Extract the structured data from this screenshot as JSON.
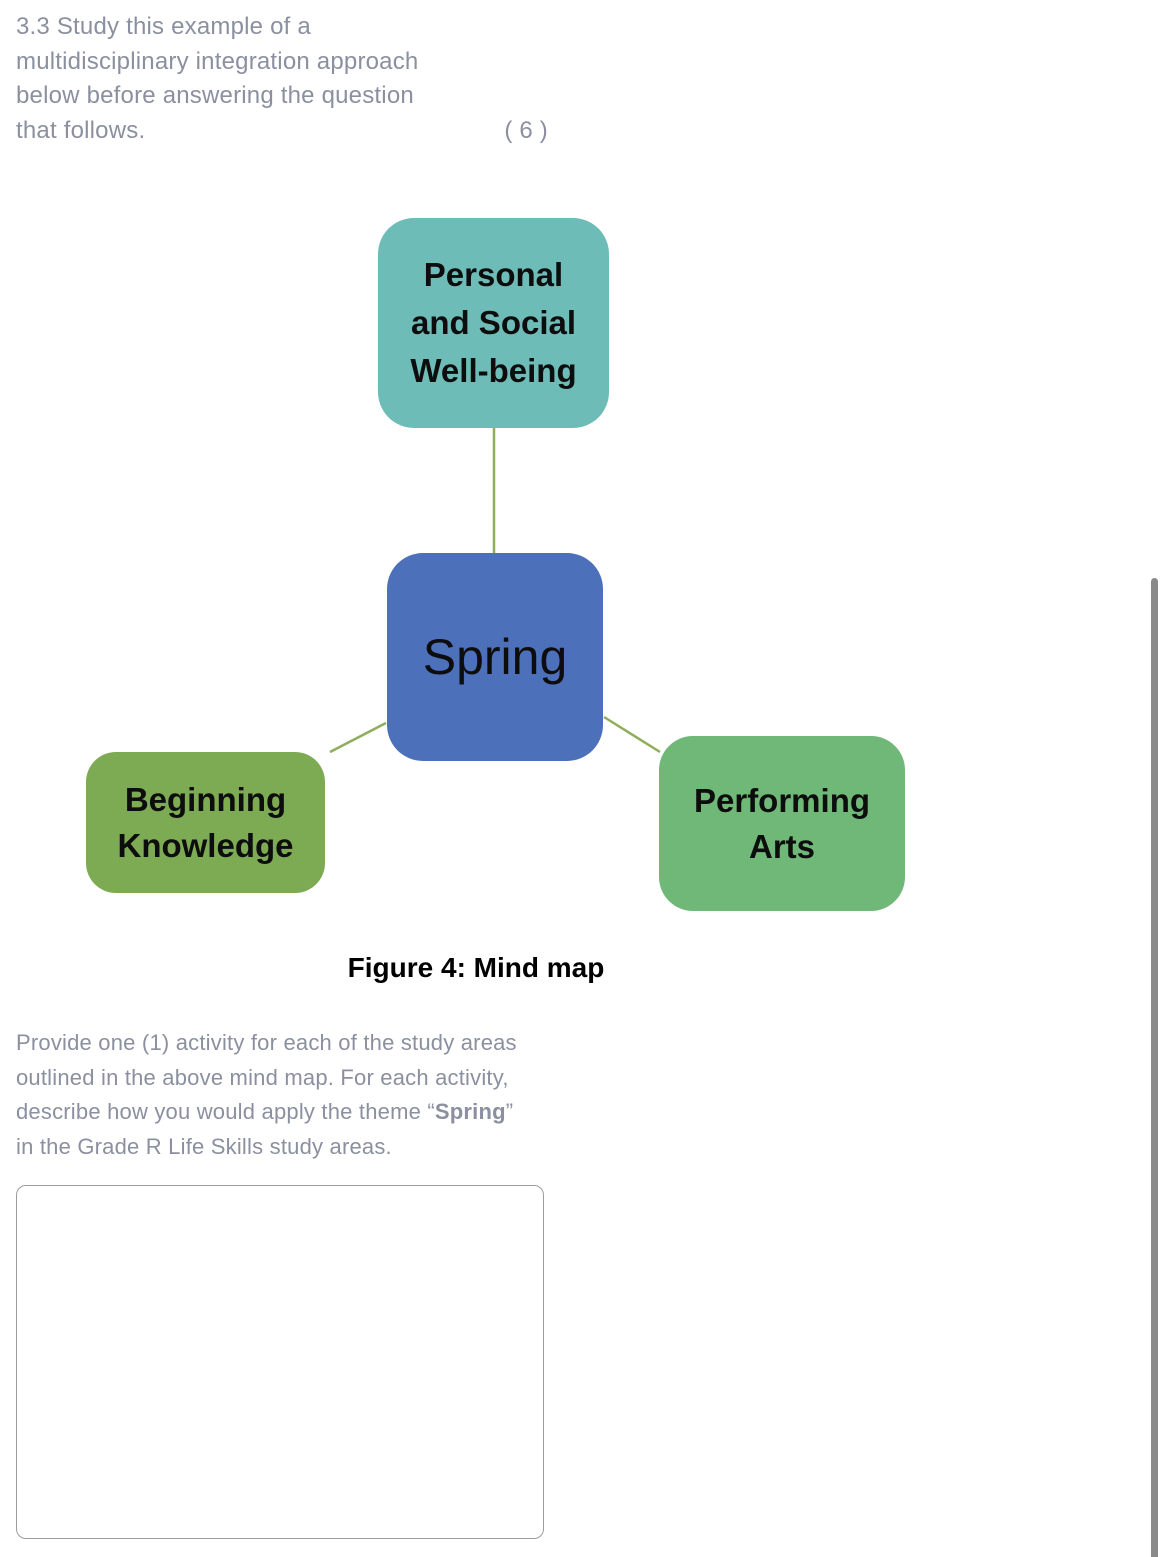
{
  "question": {
    "lines": [
      "3.3 Study this example of a",
      "multidisciplinary integration approach",
      "below before answering the question",
      "that follows."
    ],
    "marks": "( 6 )"
  },
  "mindmap": {
    "top_node": {
      "label": "Personal and Social Well-being",
      "color": "#6dbcb8"
    },
    "center_node": {
      "label": "Spring",
      "color": "#4d70ba"
    },
    "left_node": {
      "label": "Beginning Knowledge",
      "color": "#7dab53"
    },
    "right_node": {
      "label": "Performing Arts",
      "color": "#6fb877"
    },
    "connector_color": "#8fae5b"
  },
  "figure": {
    "caption": "Figure 4: Mind map"
  },
  "instructions": {
    "line1": "Provide one (1) activity for each of the study areas",
    "line2": "outlined in the above mind map. For each activity,",
    "line3_pre": "describe how you would apply the theme “",
    "line3_bold": "Spring",
    "line3_post": "”",
    "line4": "in the Grade R Life Skills study areas."
  },
  "answer_box": {
    "value": "",
    "placeholder": ""
  },
  "colors": {
    "body_text": "#8b90a0",
    "caption_text": "#000000",
    "node_text": "#0d0d0d",
    "scrollbar": "#8a8a8a",
    "answer_border": "#9c9c9c"
  }
}
